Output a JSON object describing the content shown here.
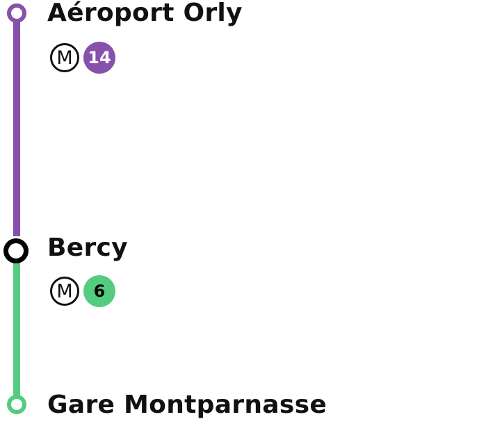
{
  "colors": {
    "line14": "#8650ab",
    "line6": "#54cc7f",
    "current_stop": "#000000",
    "text": "#111111"
  },
  "icons": {
    "metro": "metro-icon",
    "metro_symbol": "M"
  },
  "stations": [
    {
      "name": "Aéroport Orly",
      "badges": [
        {
          "line": "14",
          "color": "#8650ab",
          "text_color": "#ffffff"
        }
      ]
    },
    {
      "name": "Bercy",
      "badges": [
        {
          "line": "6",
          "color": "#54cc7f",
          "text_color": "#000000"
        }
      ]
    },
    {
      "name": "Gare Montparnasse",
      "badges": []
    }
  ]
}
